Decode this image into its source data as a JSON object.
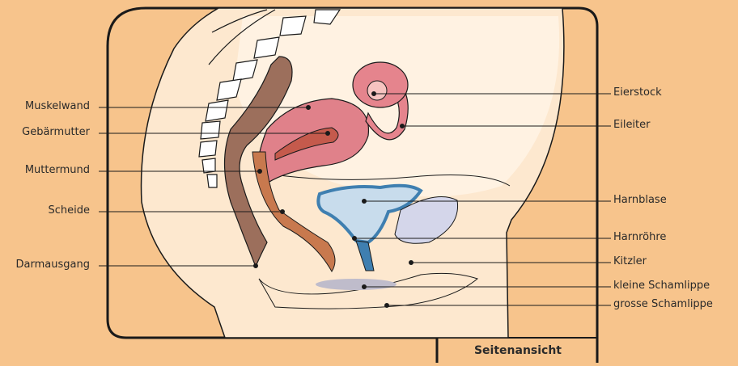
{
  "colors": {
    "background": "#f7c48c",
    "body": "#fde8cf",
    "body_light": "#fff2e2",
    "uterus": "#e0818a",
    "uterus_cavity": "#c55a4c",
    "rectum": "#9c6f5c",
    "bladder": "#c8dcec",
    "bladder_wall": "#3f7fb0",
    "ovary": "#e5848d",
    "spine": "#ffffff",
    "outline": "#1a1a1a"
  },
  "labels_left": [
    "Muskelwand",
    "Gebärmutter",
    "Muttermund",
    "Scheide",
    "Darmausgang"
  ],
  "labels_right": [
    "Eierstock",
    "Eileiter",
    "Harnblase",
    "Harnröhre",
    "Kitzler",
    "kleine Schamlippe",
    "grosse Schamlippe"
  ],
  "caption": "Seitenansicht"
}
